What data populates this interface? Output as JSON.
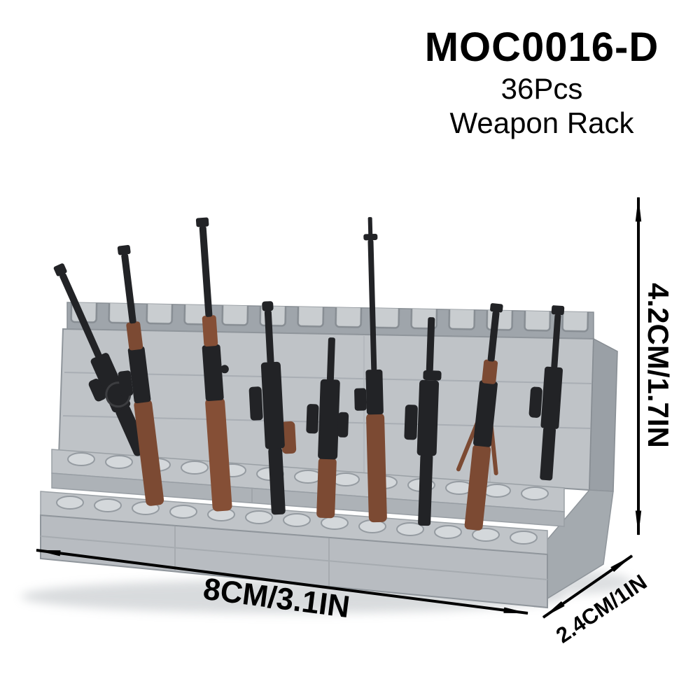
{
  "product": {
    "code": "MOC0016-D",
    "pieces": "36Pcs",
    "name": "Weapon Rack"
  },
  "dimensions": {
    "width": "8CM/3.1IN",
    "height": "4.2CM/1.7IN",
    "depth": "2.4CM/1IN"
  },
  "illustration": {
    "subject": "Gray brick-built weapon rack displaying black and brown toy rifles",
    "colors": {
      "background": "#ffffff",
      "rack_light": "#c0c4c8",
      "rack_mid": "#adb2b7",
      "rack_dark": "#9aa0a6",
      "stud": "#d4d8db",
      "gun_black": "#222326",
      "gun_brown": "#7c4a33",
      "dimension_lines": "#000000"
    }
  }
}
